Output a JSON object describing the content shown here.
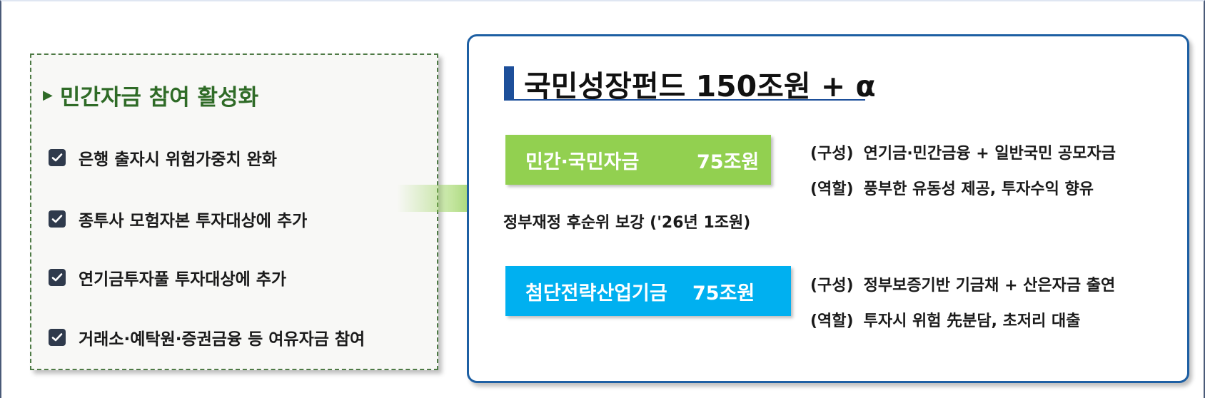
{
  "left_panel": {
    "title": "민간자금 참여 활성화",
    "items": [
      "은행 출자시 위험가중치 완화",
      "종투사 모험자본 투자대상에 추가",
      "연기금투자풀 투자대상에 추가",
      "거래소·예탁원·증권금융 등 여유자금 참여"
    ]
  },
  "right_panel": {
    "title": "국민성장펀드 150조원 + α",
    "fund_private": {
      "label": "민간·국민자금",
      "amount": "75조원",
      "note": "정부재정 후순위 보강 ('26년 1조원)",
      "composition_tag": "(구성)",
      "composition": "연기금·민간금융 + 일반국민 공모자금",
      "role_tag": "(역할)",
      "role": "풍부한 유동성 제공, 투자수익 향유"
    },
    "fund_strategic": {
      "label": "첨단전략산업기금",
      "amount": "75조원",
      "composition_tag": "(구성)",
      "composition": "정부보증기반 기금채 + 산은자금 출연",
      "role_tag": "(역할)",
      "role": "투자시 위험 先분담, 초저리 대출"
    }
  },
  "colors": {
    "left_title": "#2f6b27",
    "left_border": "#4e7a45",
    "right_border": "#1d5fa3",
    "green_box": "#92d050",
    "blue_box": "#00b0f0",
    "title_bar": "#1d4f9a"
  }
}
